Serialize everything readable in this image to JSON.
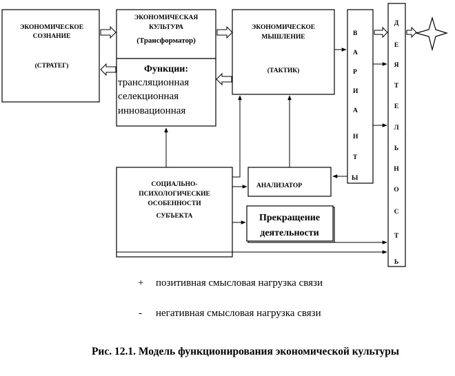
{
  "blocks": {
    "consciousness": {
      "line1": "ЭКОНОМИЧЕСКОЕ",
      "line2": "СОЗНАНИЕ",
      "role": "(СТРАТЕГ)"
    },
    "culture": {
      "line1": "ЭКОНОМИЧЕСКАЯ",
      "line2": "КУЛЬТУРА",
      "role": "(Трансформатор)"
    },
    "functions": {
      "title": "Функции:",
      "items": [
        "трансляционная",
        "селекционная",
        "инновационная"
      ]
    },
    "thinking": {
      "line1": "ЭКОНОМИЧЕСКОЕ",
      "line2": "МЫШЛЕНИЕ",
      "role": "(ТАКТИК)"
    },
    "variants": {
      "letters": [
        "В",
        "А",
        "Р",
        "И",
        "А",
        "Н",
        "Т",
        "Ы"
      ]
    },
    "activity": {
      "letters": [
        "Д",
        "Е",
        "Я",
        "Т",
        "Е",
        "Л",
        "Ь",
        "Н",
        "О",
        "С",
        "Т",
        "Ь"
      ]
    },
    "subject": {
      "lines": [
        "СОЦИАЛЬНО-",
        "ПСИХОЛОГИЧЕСКИЕ",
        "ОСОБЕННОСТИ",
        "СУБЪЕКТА"
      ]
    },
    "analyzer": {
      "label": "АНАЛИЗАТОР"
    },
    "stop": {
      "line1": "Прекращение",
      "line2": "деятельности"
    }
  },
  "legend": {
    "positive_sign": "+",
    "positive_text": "позитивная смысловая нагрузка связи",
    "negative_sign": "-",
    "negative_text": "негативная смысловая нагрузка связи"
  },
  "caption": "Рис. 12.1. Модель функционирования экономической культуры"
}
